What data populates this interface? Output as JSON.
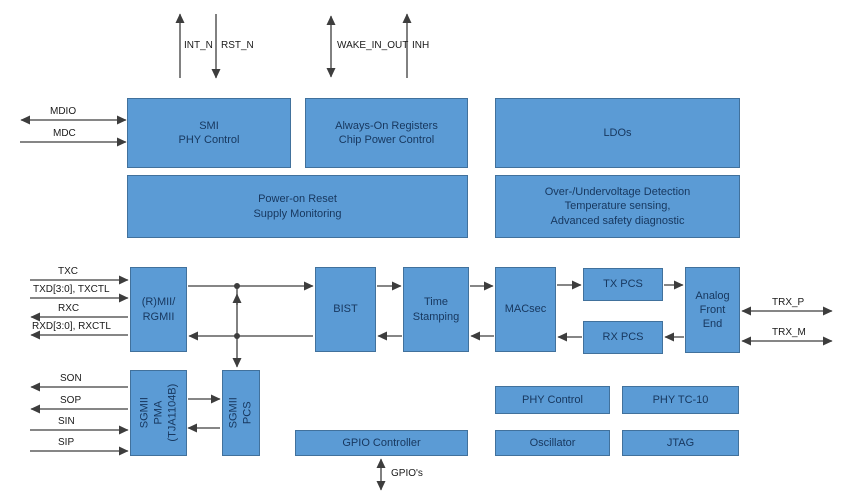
{
  "diagram": {
    "blocks": {
      "smi": {
        "label": "SMI\nPHY Control"
      },
      "always_on": {
        "label": "Always-On Registers\nChip Power Control"
      },
      "ldos": {
        "label": "LDOs"
      },
      "por": {
        "label": "Power-on Reset\nSupply Monitoring"
      },
      "ov_uv": {
        "label": "Over-/Undervoltage Detection\nTemperature sensing,\nAdvanced safety diagnostic"
      },
      "rmii": {
        "label": "(R)MII/\nRGMII"
      },
      "bist": {
        "label": "BIST"
      },
      "time_stamping": {
        "label": "Time\nStamping"
      },
      "macsec": {
        "label": "MACsec"
      },
      "tx_pcs": {
        "label": "TX PCS"
      },
      "rx_pcs": {
        "label": "RX PCS"
      },
      "afe": {
        "label": "Analog\nFront\nEnd"
      },
      "sgmii_pma": {
        "label": "SGMII PMA\n(TJA1104B)"
      },
      "sgmii_pcs": {
        "label": "SGMII PCS"
      },
      "gpio_controller": {
        "label": "GPIO Controller"
      },
      "phy_control": {
        "label": "PHY Control"
      },
      "phy_tc10": {
        "label": "PHY TC-10"
      },
      "oscillator": {
        "label": "Oscillator"
      },
      "jtag": {
        "label": "JTAG"
      }
    },
    "signals": {
      "int_n": "INT_N",
      "rst_n": "RST_N",
      "wake_in_out": "WAKE_IN_OUT",
      "inh": "INH",
      "mdio": "MDIO",
      "mdc": "MDC",
      "txc": "TXC",
      "txd": "TXD[3:0], TXCTL",
      "rxc": "RXC",
      "rxd": "RXD[3:0], RXCTL",
      "son": "SON",
      "sop": "SOP",
      "sin": "SIN",
      "sip": "SIP",
      "trx_p": "TRX_P",
      "trx_m": "TRX_M",
      "gpios": "GPIO's"
    },
    "colors": {
      "block_fill": "#5b9bd5",
      "block_border": "#41719c",
      "block_text": "#17375e",
      "wire": "#3d3d3d",
      "background": "#ffffff"
    }
  }
}
